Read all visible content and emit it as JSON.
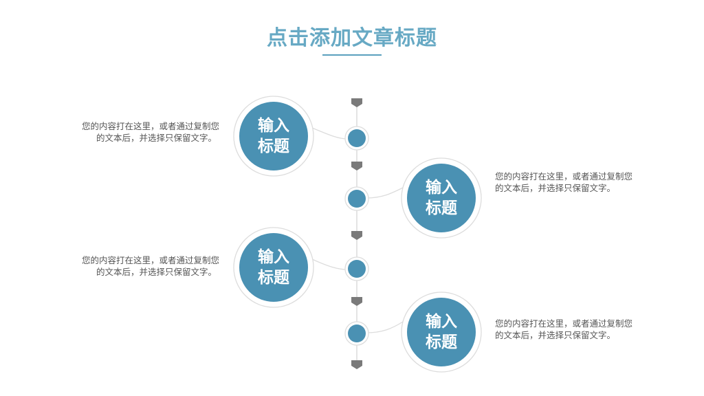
{
  "slide": {
    "title": "点击添加文章标题"
  },
  "items": [
    {
      "heading_line1": "输入",
      "heading_line2": "标题",
      "text_line1": "您的内容打在这里，或者通过复制您",
      "text_line2": "的文本后，并选择只保留文字。"
    },
    {
      "heading_line1": "输入",
      "heading_line2": "标题",
      "text_line1": "您的内容打在这里，或者通过复制您",
      "text_line2": "的文本后，并选择只保留文字。"
    },
    {
      "heading_line1": "输入",
      "heading_line2": "标题",
      "text_line1": "您的内容打在这里，或者通过复制您",
      "text_line2": "的文本后，并选择只保留文字。"
    },
    {
      "heading_line1": "输入",
      "heading_line2": "标题",
      "text_line1": "您的内容打在这里，或者通过复制您",
      "text_line2": "的文本后，并选择只保留文字。"
    }
  ],
  "colors": {
    "accent": "#4a91b3",
    "title": "#67a9c4",
    "arrow": "#7a7a7a",
    "outline": "#dcdcdc",
    "text": "#555555"
  }
}
